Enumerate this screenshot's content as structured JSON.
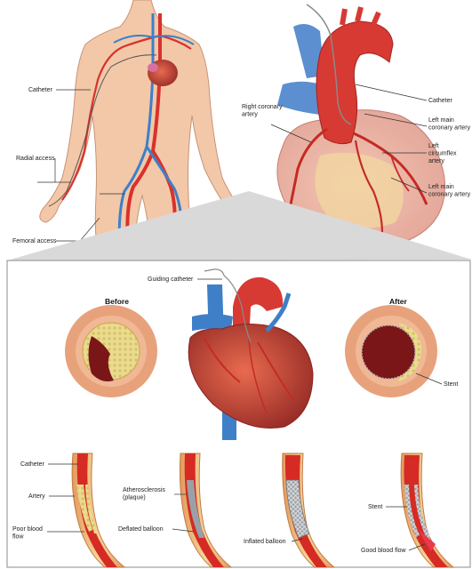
{
  "colors": {
    "skin": "#f2c8a8",
    "skin_outline": "#c89478",
    "artery_red": "#d9312b",
    "vein_blue": "#3f7fc8",
    "heart_muscle": "#b8423a",
    "plaque": "#e9d68a",
    "vessel_wall": "#e7a27c",
    "lumen_dark": "#7a1618",
    "panel_border": "#9e9e9e",
    "stent_gray": "#b7b9bc"
  },
  "top_section": {
    "labels": {
      "catheter_body": "Catheter",
      "radial_access": "Radial access",
      "femoral_access": "Femoral access",
      "catheter_heart": "Catheter",
      "right_coronary": "Right coronary\nartery",
      "left_main_1": "Left main\ncoronary artery",
      "left_circumflex": "Left\ncircumflex\nartery",
      "left_main_2": "Left main\ncoronary artery"
    }
  },
  "middle_section": {
    "before_title": "Before",
    "after_title": "After",
    "guiding_catheter": "Guiding catheter",
    "stent": "Stent"
  },
  "bottom_section": {
    "catheter": "Catheter",
    "artery": "Artery",
    "poor_blood_flow": "Poor blood\nflow",
    "atherosclerosis": "Atherosclerosis\n(plaque)",
    "deflated_balloon": "Deflated balloon",
    "inflated_balloon": "Inflated balloon",
    "stent": "Stent",
    "good_blood_flow": "Good blood flow"
  }
}
